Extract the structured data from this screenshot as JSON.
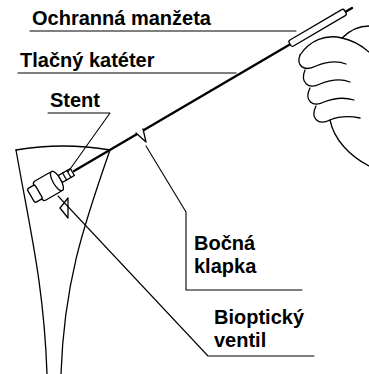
{
  "diagram": {
    "labels": [
      "Ochranná manžeta",
      "Tlačný katéter",
      "Stent",
      "Bočná klapka",
      "Bioptický ventil"
    ]
  }
}
